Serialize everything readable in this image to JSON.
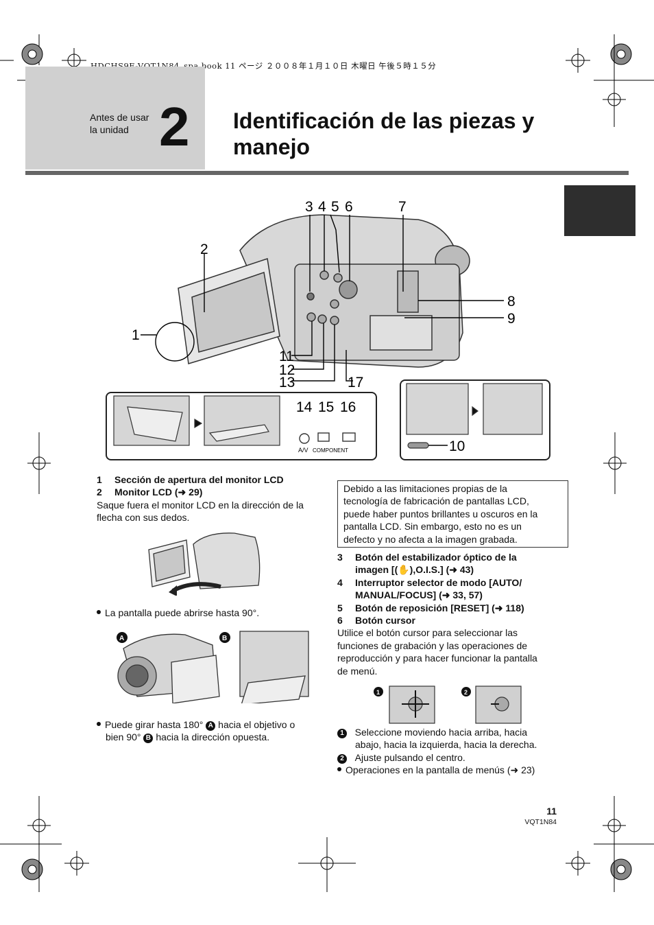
{
  "header": {
    "print_line": "HDCHS9E-VQT1N84_spa.book  11 ページ  ２００８年１月１０日  木曜日  午後５時１５分"
  },
  "section": {
    "label_line1": "Antes de usar",
    "label_line2": "la unidad",
    "number": "2"
  },
  "title": {
    "line1": "Identificación de las piezas y",
    "line2": "manejo"
  },
  "figure": {
    "callouts": [
      "1",
      "2",
      "3",
      "4",
      "5",
      "6",
      "7",
      "8",
      "9",
      "10",
      "11",
      "12",
      "13",
      "14",
      "15",
      "16",
      "17"
    ],
    "jack_labels": {
      "av": "A/V",
      "component": "COMPONENT"
    }
  },
  "left_column": {
    "item1": {
      "num": "1",
      "text": "Sección de apertura del monitor LCD"
    },
    "item2": {
      "num": "2",
      "text": "Monitor LCD (➜ 29)"
    },
    "item2_desc_line1": "Saque fuera el monitor LCD en la dirección de la",
    "item2_desc_line2": "flecha con sus dedos.",
    "bullet1": "La pantalla puede abrirse hasta 90°.",
    "marker_a": "A",
    "marker_b": "B",
    "bullet2_line1_a": "Puede girar hasta 180°",
    "bullet2_line1_b": "hacia el objetivo o",
    "bullet2_line2_a": "bien 90°",
    "bullet2_line2_b": "hacia la dirección opuesta."
  },
  "right_column": {
    "note_lines": [
      "Debido a las limitaciones propias de la",
      "tecnología de fabricación de pantallas LCD,",
      "puede haber puntos brillantes u oscuros en la",
      "pantalla LCD. Sin embargo, esto no es un",
      "defecto y no afecta a la imagen grabada."
    ],
    "item3": {
      "num": "3",
      "line1": "Botón del estabilizador óptico de la",
      "line2_a": "imagen [",
      "line2_b": ",O.I.S.] (➜ 43)"
    },
    "item4": {
      "num": "4",
      "line1": "Interruptor selector de modo [AUTO/",
      "line2": "MANUAL/FOCUS] (➜ 33, 57)"
    },
    "item5": {
      "num": "5",
      "text": "Botón de reposición [RESET] (➜ 118)"
    },
    "item6": {
      "num": "6",
      "text": "Botón cursor"
    },
    "item6_desc": [
      "Utilice el botón cursor para seleccionar las",
      "funciones de grabación y las operaciones de",
      "reproducción y para hacer funcionar la pantalla",
      "de menú."
    ],
    "step1_marker": "1",
    "step2_marker": "2",
    "step1_line1": "Seleccione moviendo hacia arriba, hacia",
    "step1_line2": "abajo, hacia la izquierda, hacia la derecha.",
    "step2_text": "Ajuste pulsando el centro.",
    "bullet": "Operaciones en la pantalla de menús (➜ 23)"
  },
  "footer": {
    "page_number": "11",
    "code": "VQT1N84"
  }
}
